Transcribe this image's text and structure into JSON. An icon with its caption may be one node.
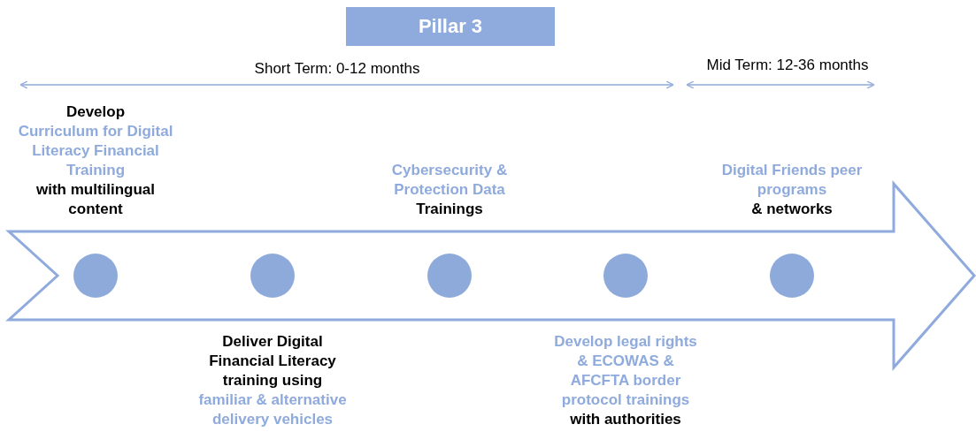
{
  "diagram": {
    "nodes": [
      {
        "text": [
          "Pillar 3"
        ]
      },
      {
        "text": [],
        "shape": "circle",
        "beside": [
          "Develop",
          "Curriculum for Digital Literacy Financial Training",
          "with multilingual content"
        ]
      },
      {
        "text": [],
        "shape": "circle",
        "beside": [
          "Deliver Digital Financial Literacy training using",
          "familiar & alternative delivery vehicles"
        ]
      },
      {
        "text": [],
        "shape": "circle",
        "beside": [
          "Cybersecurity & Protection Data",
          "Trainings"
        ]
      },
      {
        "text": [],
        "shape": "circle",
        "beside": [
          "Develop legal rights & ECOWAS & AFCFTA border protocol trainings",
          "with authorities"
        ]
      },
      {
        "text": [],
        "shape": "circle",
        "beside": [
          "Digital Friends peer programs",
          "& networks"
        ]
      }
    ],
    "edges": [],
    "labels": [
      "Short Term: 0-12 months",
      "Mid Term: 12-36 months"
    ]
  }
}
